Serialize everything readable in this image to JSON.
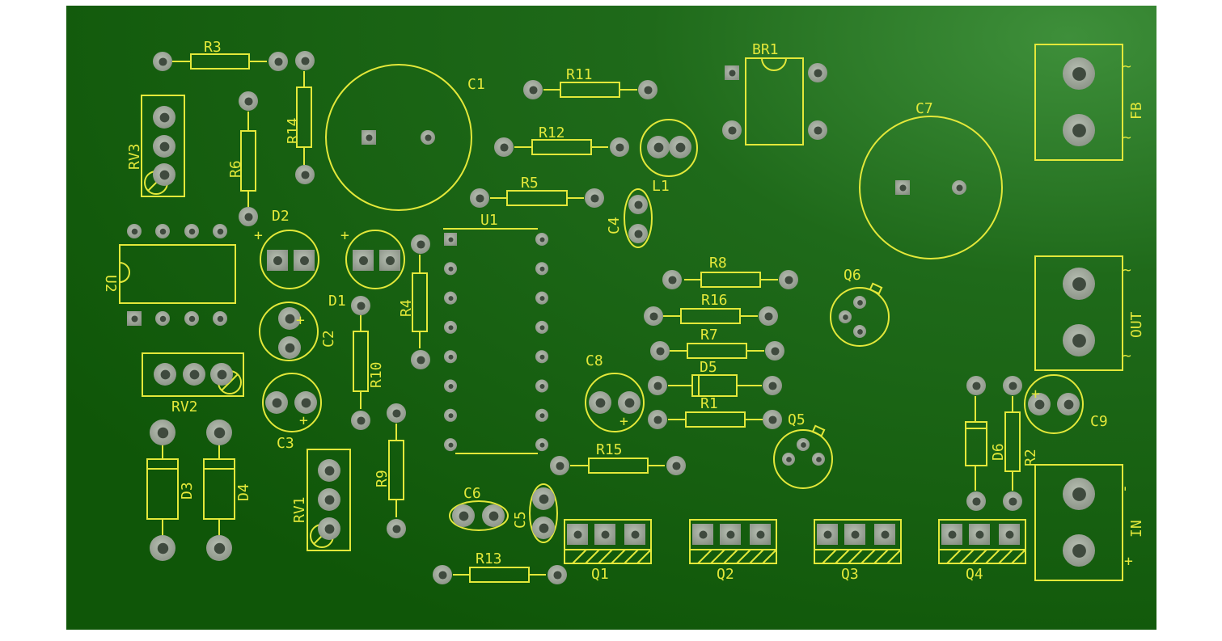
{
  "board": {
    "colors": {
      "silk": "#e3e83a",
      "pad": "#9aa595",
      "hole": "#3f4a3e",
      "background": "#ffffff"
    },
    "labels": {
      "R3": "R3",
      "R14": "R14",
      "R6": "R6",
      "RV3": "RV3",
      "C1": "C1",
      "R11": "R11",
      "R12": "R12",
      "R5": "R5",
      "L1": "L1",
      "C4": "C4",
      "BR1": "BR1",
      "C7": "C7",
      "FB": "FB",
      "U2": "U2",
      "D2": "D2",
      "D1": "D1",
      "C2": "C2",
      "R4": "R4",
      "U1": "U1",
      "R8": "R8",
      "R16": "R16",
      "R7": "R7",
      "D5": "D5",
      "R1": "R1",
      "C8": "C8",
      "Q6": "Q6",
      "OUT": "OUT",
      "RV2": "RV2",
      "C3": "C3",
      "R10": "R10",
      "R9": "R9",
      "Q5": "Q5",
      "D6": "D6",
      "R2": "R2",
      "C9": "C9",
      "D3": "D3",
      "D4": "D4",
      "RV1": "RV1",
      "C6": "C6",
      "C5": "C5",
      "R15": "R15",
      "R13": "R13",
      "Q1": "Q1",
      "Q2": "Q2",
      "Q3": "Q3",
      "Q4": "Q4",
      "IN": "IN"
    },
    "symbols": {
      "tilde": "~",
      "plus": "+",
      "minus": "-"
    }
  }
}
